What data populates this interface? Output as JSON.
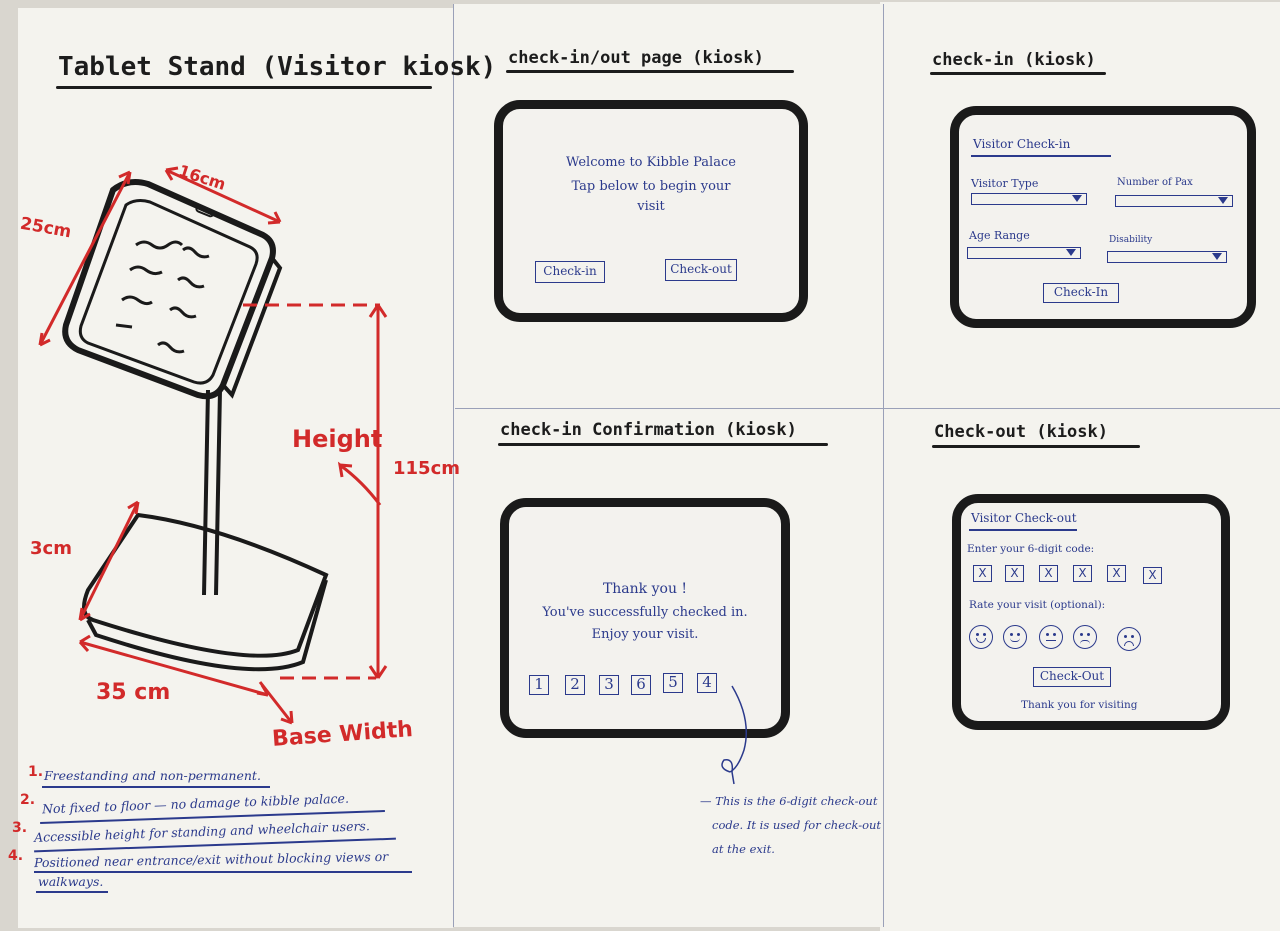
{
  "stand": {
    "title": "Tablet Stand (Visitor kiosk)",
    "dims": {
      "width": "16cm",
      "depth": "25cm",
      "height_label": "Height",
      "height_value": "115cm",
      "base_thickness": "3cm",
      "base_length": "35 cm",
      "base_width_label": "Base Width"
    },
    "notes": [
      {
        "num": "1.",
        "text": "Freestanding and non-permanent."
      },
      {
        "num": "2.",
        "text": "Not fixed to floor — no damage to kibble palace."
      },
      {
        "num": "3.",
        "text": "Accessible height for standing and wheelchair users."
      },
      {
        "num": "4.",
        "text": "Positioned near entrance/exit without blocking views or",
        "cont": "walkways."
      }
    ]
  },
  "checkinout": {
    "title": "check-in/out page (kiosk)",
    "line1": "Welcome to Kibble Palace",
    "line2": "Tap below to begin your",
    "line3": "visit",
    "checkin_btn": "Check-in",
    "checkout_btn": "Check-out"
  },
  "checkin": {
    "title": "check-in (kiosk)",
    "heading": "Visitor Check-in",
    "visitor_type": "Visitor Type",
    "number_of_pax": "Number of Pax",
    "age_range": "Age Range",
    "disability": "Disability",
    "button": "Check-In"
  },
  "confirm": {
    "title": "check-in Confirmation (kiosk)",
    "line1": "Thank you !",
    "line2": "You've successfully checked in.",
    "line3": "Enjoy your visit.",
    "digits": [
      "1",
      "2",
      "3",
      "6",
      "5",
      "4"
    ],
    "note1": "— This is the 6-digit check-out",
    "note2": "code. It is used for check-out",
    "note3": "at the exit."
  },
  "checkout": {
    "title": "Check-out (kiosk)",
    "heading": "Visitor Check-out",
    "code_label": "Enter your 6-digit code:",
    "code_boxes": [
      "X",
      "X",
      "X",
      "X",
      "X",
      "X"
    ],
    "rate_label": "Rate your visit (optional):",
    "button": "Check-Out",
    "footer": "Thank you for visiting"
  },
  "colors": {
    "ink": "#1a1a1a",
    "pen_blue": "#2b3a8c",
    "pen_red": "#d22a2a",
    "paper": "#f4f3ee"
  }
}
